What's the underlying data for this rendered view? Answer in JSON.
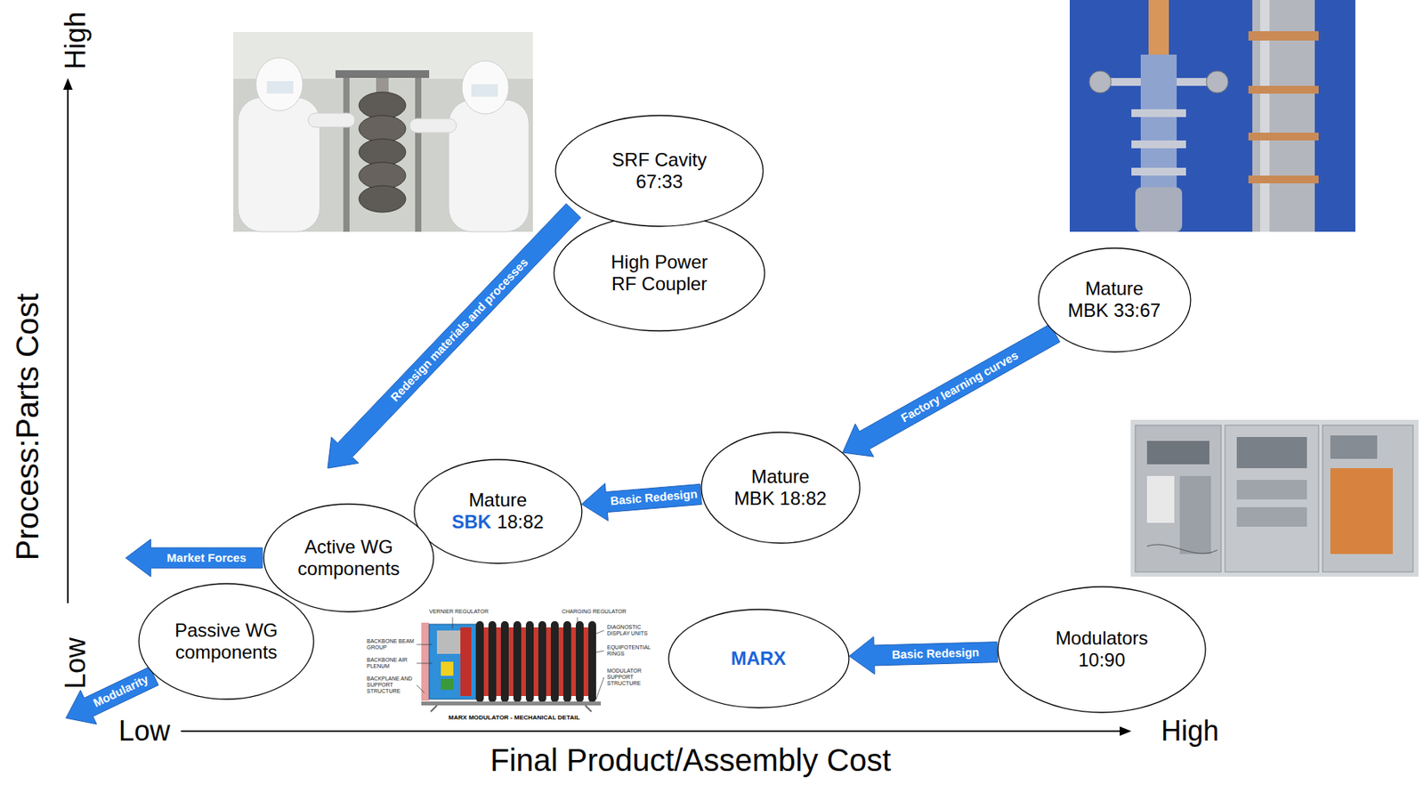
{
  "diagram": {
    "nodes": [
      {
        "text": [
          "SRF Cavity 67:33"
        ]
      },
      {
        "text": [
          "High Power RF Coupler"
        ]
      },
      {
        "text": [
          "Mature MBK 33:67"
        ]
      },
      {
        "text": [
          "Mature MBK 18:82"
        ]
      },
      {
        "text": [
          "Mature",
          "SBK",
          "18:82"
        ]
      },
      {
        "text": [
          "Active WG components"
        ]
      },
      {
        "text": [
          "Passive WG components"
        ]
      },
      {
        "text": [
          "MARX"
        ]
      },
      {
        "text": [
          "Modulators 10:90"
        ]
      }
    ],
    "edges": [
      {
        "from": 2,
        "to": 3,
        "arrow": "to",
        "label": "Factory learning curves"
      },
      {
        "from": 3,
        "to": 4,
        "arrow": "to",
        "label": "Basic Redesign"
      },
      {
        "from": 8,
        "to": 7,
        "arrow": "to",
        "label": "Basic Redesign"
      }
    ],
    "labels": [
      "High",
      "Low",
      "Process:Parts Cost",
      "Low",
      "High",
      "Final Product/Assembly Cost",
      "Redesign materials and processes",
      "Market Forces",
      "Modularity",
      "VERNIER REGULATOR",
      "CHARGING REGULATOR",
      "DIAGNOSTIC DISPLAY UNITS",
      "EQUIPOTENTIAL RINGS",
      "MODULATOR SUPPORT STRUCTURE",
      "BACKBONE BEAM GROUP",
      "BACKBONE AIR PLENUM",
      "BACKPLANE AND SUPPORT STRUCTURE",
      "MARX MODULATOR - MECHANICAL DETAIL"
    ]
  }
}
